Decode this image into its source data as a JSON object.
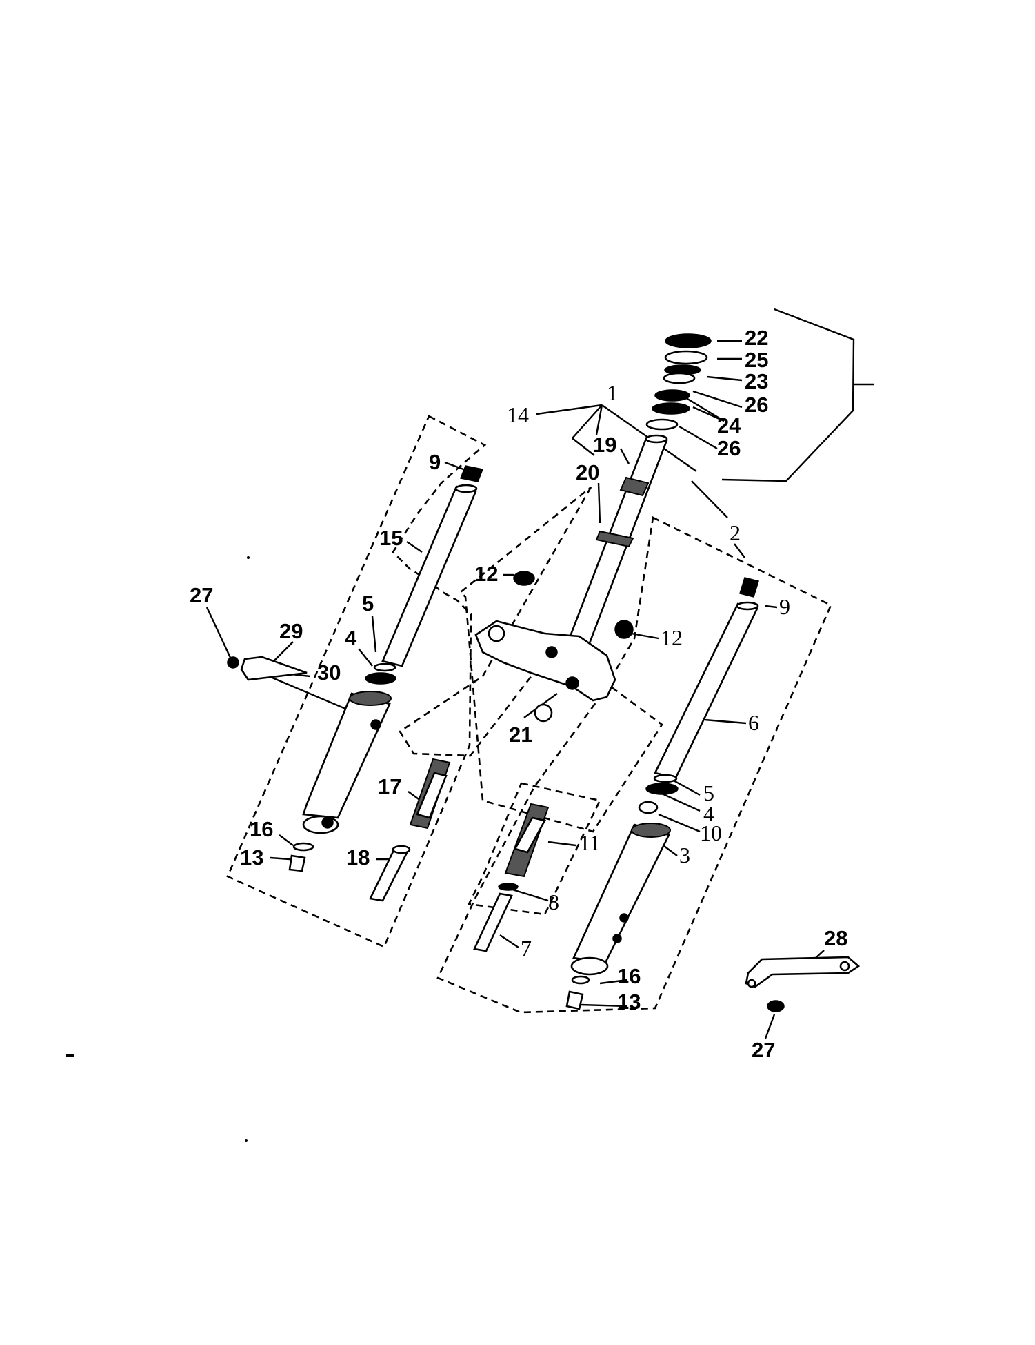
{
  "labels": {
    "l1": "1",
    "l2": "2",
    "l3": "3",
    "l4_left": "4",
    "l4_right": "4",
    "l5_left": "5",
    "l5_right": "5",
    "l6": "6",
    "l7": "7",
    "l8": "8",
    "l9_left": "9",
    "l9_right": "9",
    "l10": "10",
    "l11": "11",
    "l12_left": "12",
    "l12_right": "12",
    "l13_left": "13",
    "l13_right": "13",
    "l14": "14",
    "l15": "15",
    "l16_left": "16",
    "l16_right": "16",
    "l17": "17",
    "l18": "18",
    "l19": "19",
    "l20": "20",
    "l21": "21",
    "l22": "22",
    "l23": "23",
    "l24": "24",
    "l25": "25",
    "l26_top": "26",
    "l26_bottom": "26",
    "l27_left": "27",
    "l27_right": "27",
    "l28": "28",
    "l29": "29",
    "l30": "30"
  }
}
